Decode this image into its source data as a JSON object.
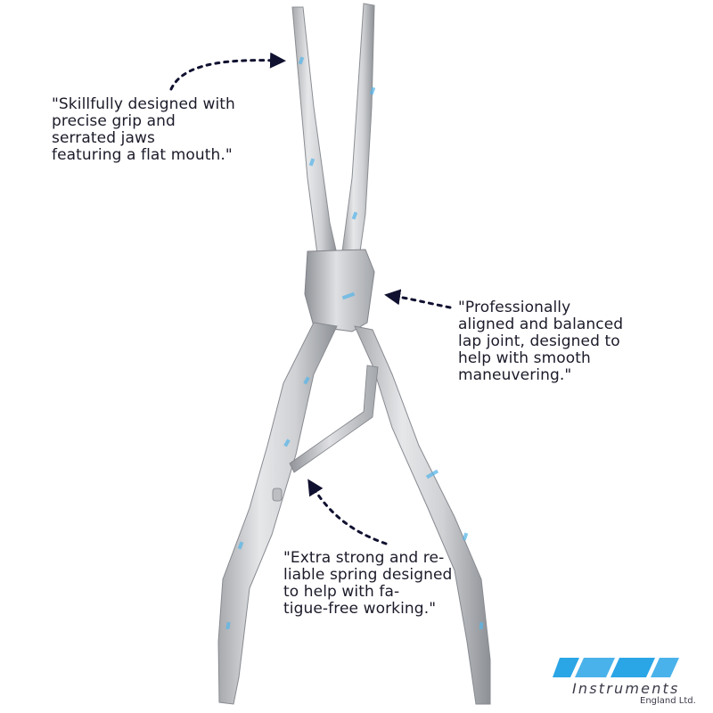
{
  "callouts": {
    "jaws": [
      "\"Skillfully designed with",
      "precise grip and",
      "serrated jaws",
      "featuring a flat mouth.\""
    ],
    "joint": [
      "\"Professionally",
      "aligned and balanced",
      "lap joint, designed to",
      "help with smooth",
      "maneuvering.\""
    ],
    "spring": [
      "\"Extra strong and re-",
      "liable spring designed",
      "to help with fa-",
      "tigue-free working.\""
    ]
  },
  "logo": {
    "wordmark": "Instruments",
    "sub": "England Ltd.",
    "accent_color": "#2aa5e6"
  },
  "colors": {
    "background": "#ffffff",
    "arrow": "#101030",
    "steel_light": "#e2e3e5",
    "steel_dark": "#8c8f94",
    "etch_blue": "#5ab6e8"
  }
}
